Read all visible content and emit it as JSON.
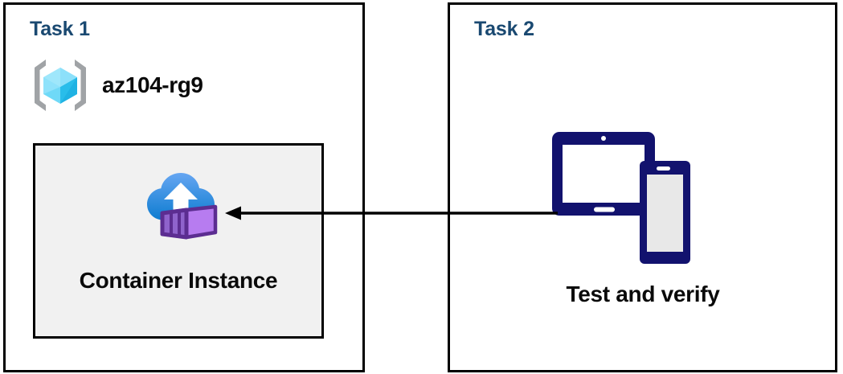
{
  "diagram": {
    "title_color": "#1a4971",
    "panels": [
      {
        "id": "task1",
        "title": "Task 1",
        "resource_group": {
          "icon": "azure-resource-group-icon",
          "label": "az104-rg9"
        },
        "resource": {
          "icon": "azure-container-instance-icon",
          "label": "Container Instance",
          "box_fill": "#f1f1f1"
        }
      },
      {
        "id": "task2",
        "title": "Task 2",
        "resource": {
          "icon": "devices-tablet-phone-icon",
          "label": "Test and verify"
        }
      }
    ],
    "connector": {
      "name": "arrow-task2-to-container-instance",
      "direction": "right-to-left",
      "color": "#000000"
    }
  },
  "icon_colors": {
    "rg_bracket": "#a0a3a6",
    "rg_cube_light": "#9fe7fb",
    "rg_cube_mid": "#32c5f4",
    "rg_cube_dark": "#16a5d8",
    "cloud_top": "#5ea0ef",
    "cloud_bottom": "#0f7fd4",
    "arrow_white": "#ffffff",
    "container_light": "#b77cf0",
    "container_mid": "#9a6fd8",
    "container_dark": "#5c2d91",
    "device_navy": "#12126e",
    "device_screen": "#e8e8e8"
  }
}
